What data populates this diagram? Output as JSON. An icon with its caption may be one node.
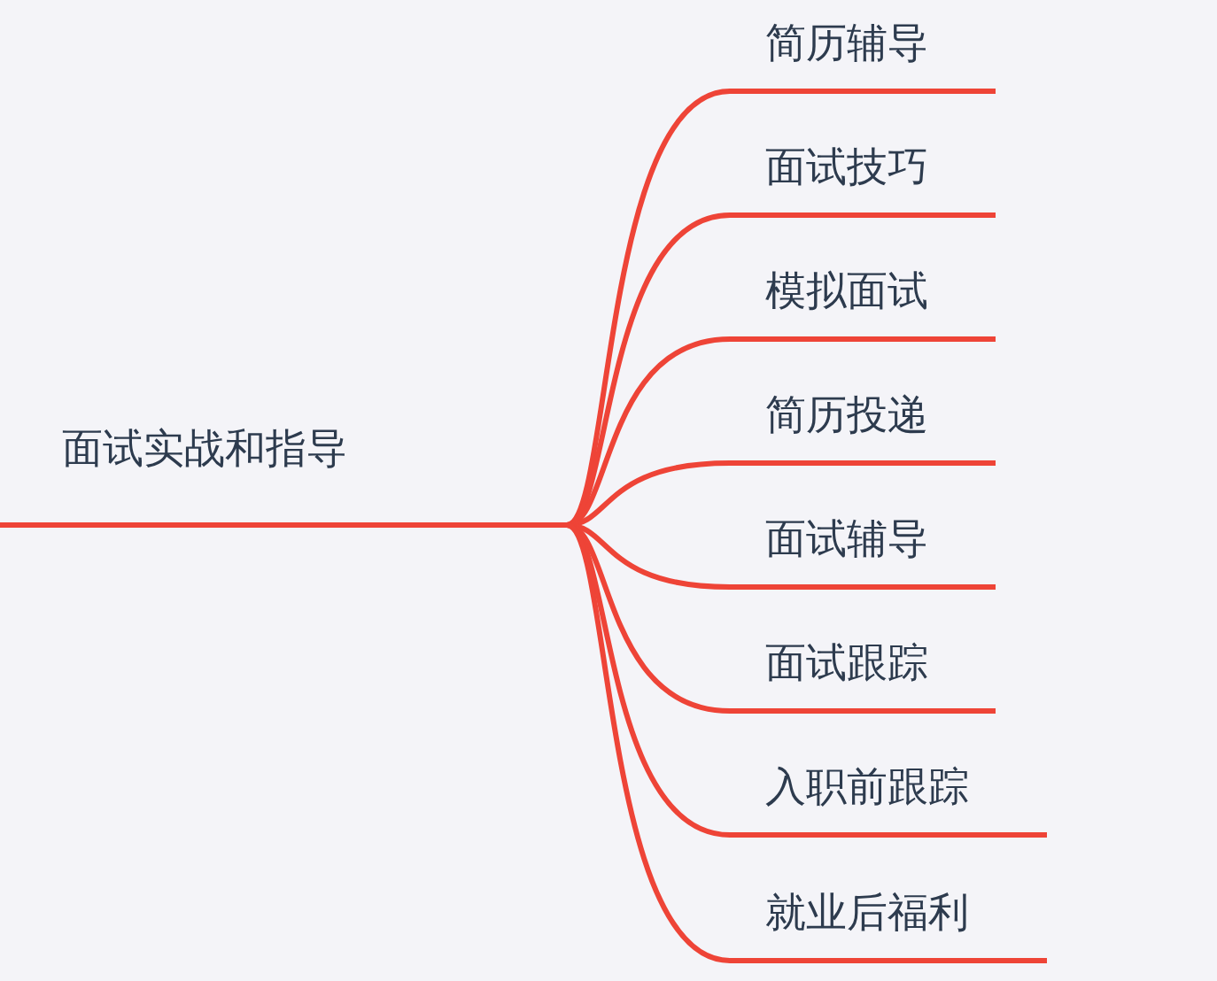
{
  "diagram": {
    "nodes": [
      {
        "text": [
          "面试实战和指导"
        ]
      },
      {
        "text": [
          "简历辅导"
        ]
      },
      {
        "text": [
          "面试技巧"
        ]
      },
      {
        "text": [
          "模拟面试"
        ]
      },
      {
        "text": [
          "简历投递"
        ]
      },
      {
        "text": [
          "面试辅导"
        ]
      },
      {
        "text": [
          "面试跟踪"
        ]
      },
      {
        "text": [
          "入职前跟踪"
        ]
      },
      {
        "text": [
          "就业后福利"
        ]
      }
    ],
    "edges": [
      {
        "from": 0,
        "to": 1,
        "arrow": "none"
      },
      {
        "from": 0,
        "to": 2,
        "arrow": "none"
      },
      {
        "from": 0,
        "to": 3,
        "arrow": "none"
      },
      {
        "from": 0,
        "to": 4,
        "arrow": "none"
      },
      {
        "from": 0,
        "to": 5,
        "arrow": "none"
      },
      {
        "from": 0,
        "to": 6,
        "arrow": "none"
      },
      {
        "from": 0,
        "to": 7,
        "arrow": "none"
      },
      {
        "from": 0,
        "to": 8,
        "arrow": "none"
      }
    ]
  }
}
